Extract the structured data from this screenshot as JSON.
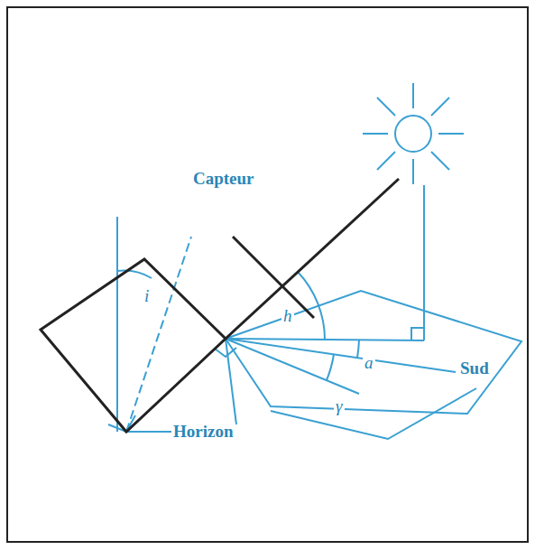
{
  "diagram": {
    "labels": [
      "Capteur",
      "i",
      "h",
      "a",
      "γ",
      "Sud",
      "Horizon"
    ]
  }
}
